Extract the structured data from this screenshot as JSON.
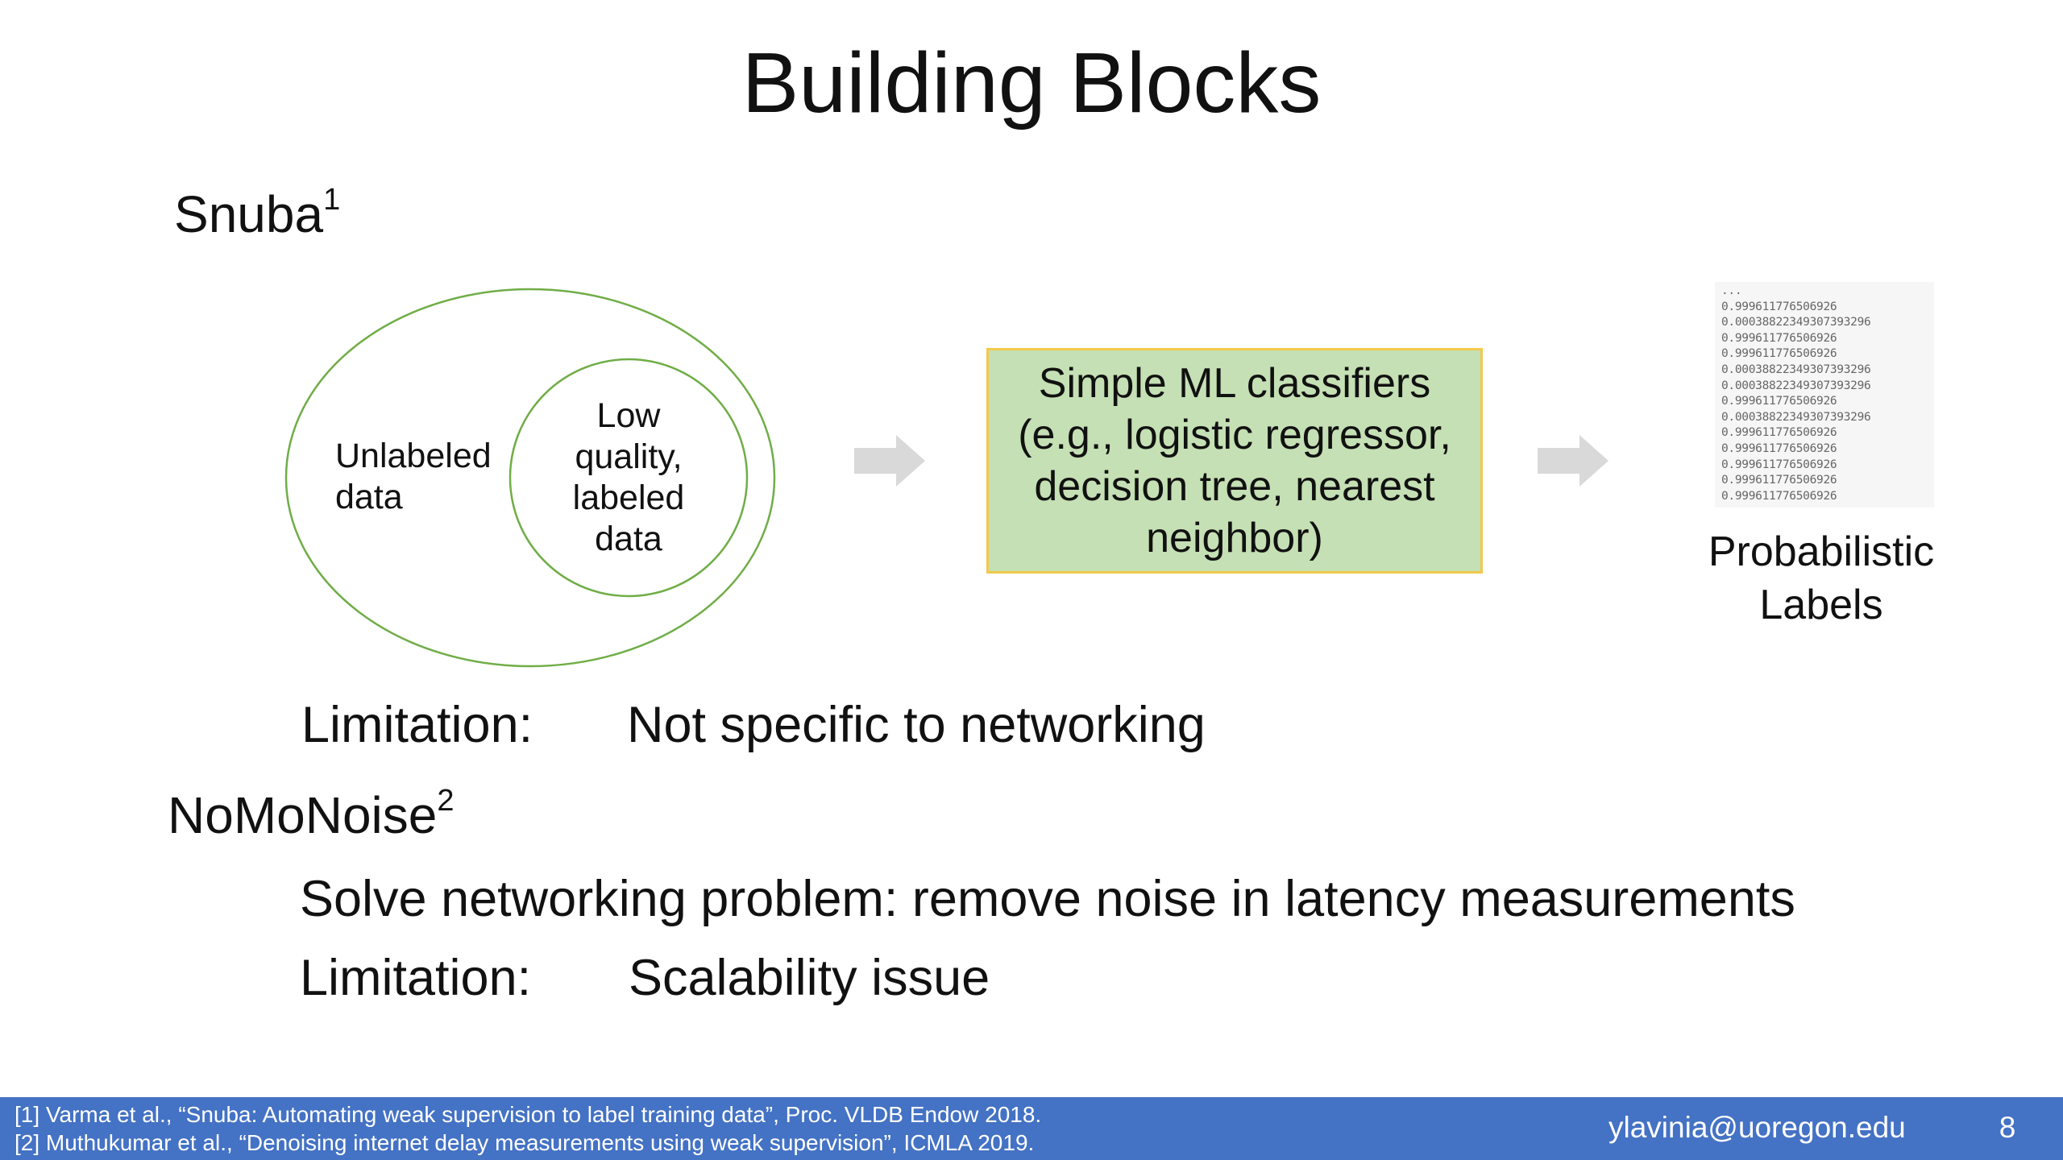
{
  "slide": {
    "title": "Building Blocks",
    "snuba": {
      "name": "Snuba",
      "ref": "1",
      "venn": {
        "outer_label_line1": "Unlabeled",
        "outer_label_line2": "data",
        "inner_label_line1": "Low",
        "inner_label_line2": "quality,",
        "inner_label_line3": "labeled",
        "inner_label_line4": "data"
      },
      "classifier_box": {
        "line1": "Simple ML classifiers",
        "line2": "(e.g., logistic regressor,",
        "line3": "decision tree, nearest",
        "line4": "neighbor)"
      },
      "output": {
        "numbers": "...\n0.999611776506926\n0.00038822349307393296\n0.999611776506926\n0.999611776506926\n0.00038822349307393296\n0.00038822349307393296\n0.999611776506926\n0.00038822349307393296\n0.999611776506926\n0.999611776506926\n0.999611776506926\n0.999611776506926\n0.999611776506926",
        "label_line1": "Probabilistic",
        "label_line2": "Labels"
      },
      "limitation_label": "Limitation:",
      "limitation_text": "Not specific to networking"
    },
    "nomonoise": {
      "name": "NoMoNoise",
      "ref": "2",
      "solve_text": "Solve networking problem: remove noise in latency measurements",
      "limitation_label": "Limitation:",
      "limitation_text": "Scalability issue"
    }
  },
  "footer": {
    "ref1": "[1] Varma et al., “Snuba: Automating weak supervision to label training data”, Proc. VLDB Endow 2018.",
    "ref2": "[2] Muthukumar et al., “Denoising internet delay measurements using weak supervision”, ICMLA 2019.",
    "email": "ylavinia@uoregon.edu",
    "page_number": "8"
  },
  "colors": {
    "footer_bg": "#4472c4",
    "classifier_box_fill": "#c5e0b4",
    "classifier_box_border": "#f2c94c",
    "venn_stroke": "#70ad47",
    "arrow_fill": "#d9d9d9"
  },
  "icons": {
    "arrow": "right-arrow-icon"
  }
}
